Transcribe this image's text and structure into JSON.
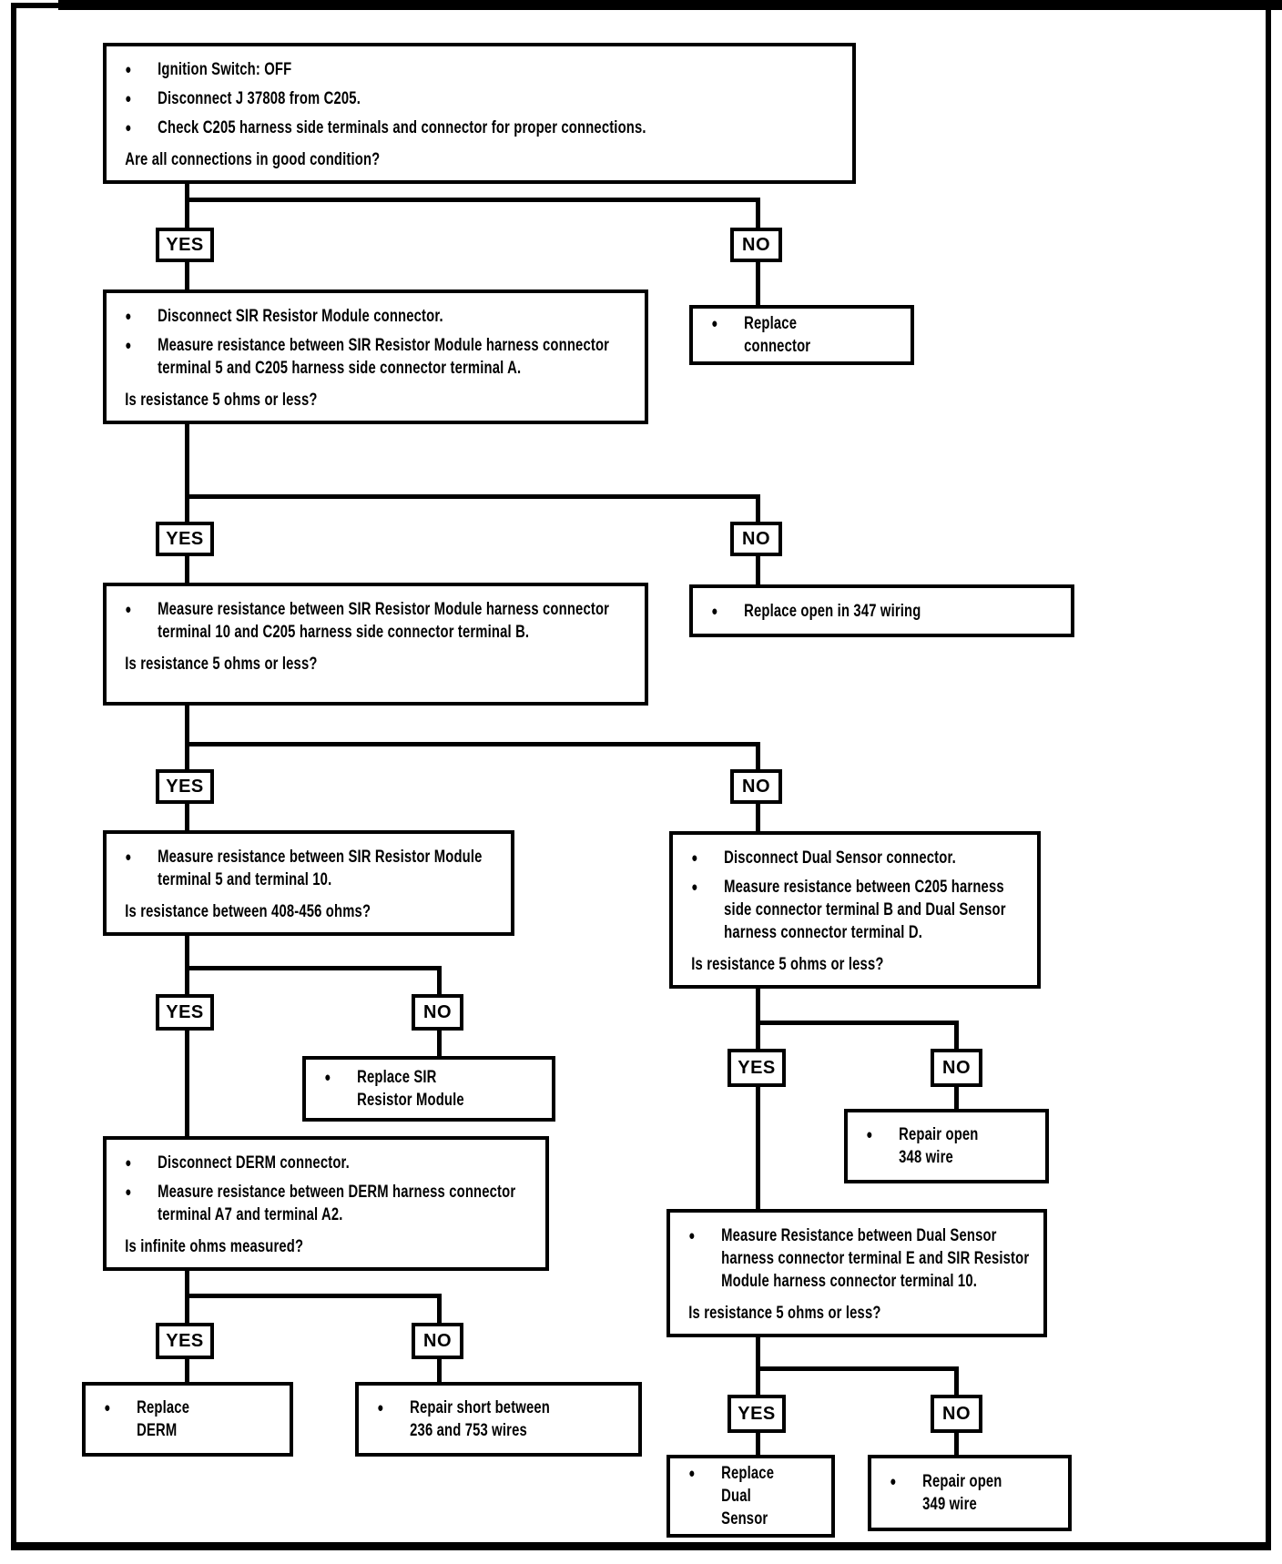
{
  "labels": {
    "yes": "YES",
    "no": "NO"
  },
  "icons": {
    "bullet": "●"
  },
  "colors": {
    "ink": "#000000",
    "paper": "#ffffff"
  },
  "nodes": {
    "start": {
      "bullets": [
        "Ignition Switch: OFF",
        "Disconnect J 37808 from C205.",
        "Check C205 harness side terminals and connector for proper connections."
      ],
      "question": "Are all connections in good condition?"
    },
    "replace_connector": {
      "bullets": [
        "Replace connector"
      ]
    },
    "check_term5": {
      "bullets": [
        "Disconnect SIR Resistor Module connector.",
        "Measure resistance between SIR Resistor Module harness connector terminal 5 and C205 harness side connector terminal A."
      ],
      "question": "Is resistance 5 ohms or less?"
    },
    "replace_open_347": {
      "bullets": [
        "Replace open in 347 wiring"
      ]
    },
    "check_term10": {
      "bullets": [
        "Measure resistance between SIR Resistor Module harness connector terminal 10 and C205 harness side connector terminal B."
      ],
      "question": "Is resistance 5 ohms or less?"
    },
    "check_module_resistance": {
      "bullets": [
        "Measure resistance between SIR Resistor Module terminal 5 and terminal 10."
      ],
      "question": "Is resistance between 408-456 ohms?"
    },
    "check_dual_sensor": {
      "bullets": [
        "Disconnect Dual Sensor connector.",
        "Measure resistance between C205 harness side connector terminal B and Dual Sensor harness connector terminal D."
      ],
      "question": "Is resistance 5 ohms or less?"
    },
    "replace_sir_module": {
      "bullets": [
        "Replace SIR Resistor Module"
      ]
    },
    "check_derm": {
      "bullets": [
        "Disconnect DERM connector.",
        "Measure resistance between DERM harness connector terminal A7 and terminal A2."
      ],
      "question": "Is infinite ohms measured?"
    },
    "replace_derm": {
      "bullets": [
        "Replace DERM"
      ]
    },
    "repair_short_236_753": {
      "bullets": [
        "Repair short between 236 and 753 wires"
      ]
    },
    "repair_open_348": {
      "bullets": [
        "Repair open 348 wire"
      ]
    },
    "check_dual_to_module": {
      "bullets": [
        "Measure Resistance between Dual Sensor harness connector terminal E and SIR Resistor Module harness connector terminal 10."
      ],
      "question": "Is resistance 5 ohms or less?"
    },
    "replace_dual_sensor": {
      "bullets": [
        "Replace Dual Sensor"
      ]
    },
    "repair_open_349": {
      "bullets": [
        "Repair open 349 wire"
      ]
    }
  }
}
